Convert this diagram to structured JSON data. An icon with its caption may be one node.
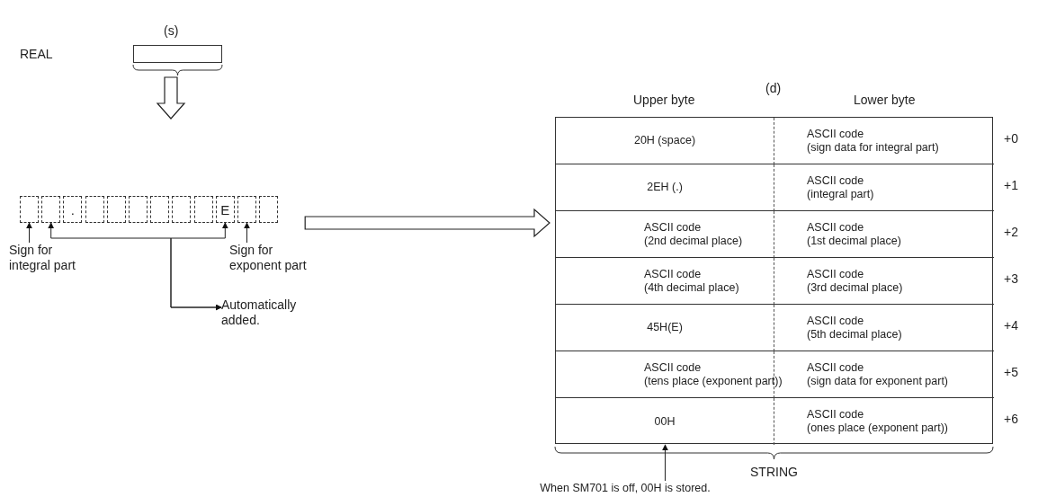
{
  "diagram": {
    "nodes": [
      {
        "text": [],
        "shape": "box"
      },
      {
        "text": [],
        "shape": "box"
      },
      {
        "text": [],
        "shape": "box"
      },
      {
        "text": [
          "."
        ]
      },
      {
        "text": [],
        "shape": "box"
      },
      {
        "text": [],
        "shape": "box"
      },
      {
        "text": [],
        "shape": "box"
      },
      {
        "text": [],
        "shape": "box"
      },
      {
        "text": [],
        "shape": "box"
      },
      {
        "text": [],
        "shape": "box"
      },
      {
        "text": [
          "E"
        ]
      },
      {
        "text": [],
        "shape": "box"
      },
      {
        "text": [],
        "shape": "box"
      },
      {
        "text": [
          "Sign for integral part"
        ]
      },
      {
        "text": [
          "Sign for exponent part"
        ]
      },
      {
        "text": [
          "Automatically added."
        ]
      },
      {
        "text": [],
        "shape": "box"
      },
      {
        "text": [
          "20H (space)"
        ],
        "in": 16
      },
      {
        "text": [
          "ASCII code (sign data for integral part)"
        ],
        "in": 16
      },
      {
        "text": [
          "2EH (.)"
        ],
        "in": 16
      },
      {
        "text": [
          "ASCII code (integral part)"
        ],
        "in": 16
      },
      {
        "text": [
          "ASCII code (2nd decimal place)"
        ],
        "in": 16
      },
      {
        "text": [
          "ASCII code (1st decimal place)"
        ],
        "in": 16
      },
      {
        "text": [
          "ASCII code (4th decimal place)"
        ],
        "in": 16
      },
      {
        "text": [
          "ASCII code (3rd decimal place)"
        ],
        "in": 16
      },
      {
        "text": [
          "45H(E)"
        ],
        "in": 16
      },
      {
        "text": [
          "ASCII code (5th decimal place)"
        ],
        "in": 16
      },
      {
        "text": [
          "ASCII code (tens place (exponent part))"
        ],
        "in": 16
      },
      {
        "text": [
          "ASCII code (sign data for exponent part)"
        ],
        "in": 16
      },
      {
        "text": [
          "00H"
        ],
        "in": 16
      },
      {
        "text": [
          "ASCII code (ones place (exponent part))"
        ],
        "in": 16
      },
      {
        "text": [
          "When SM701 is off, 00H is stored."
        ]
      }
    ],
    "edges": [
      {
        "from": 0,
        "to": null,
        "arrow": "to",
        "style": "thick"
      },
      {
        "from": 13,
        "to": 1,
        "arrow": "to"
      },
      {
        "from": 15,
        "to": 2,
        "arrow": "both"
      },
      {
        "from": 15,
        "to": 10,
        "arrow": "both"
      },
      {
        "from": 14,
        "to": 11,
        "arrow": "to"
      },
      {
        "from": 12,
        "to": 16,
        "arrow": "to",
        "style": "thick"
      },
      {
        "from": 31,
        "to": 29,
        "arrow": "to"
      }
    ],
    "labels": [
      "(s)",
      "REAL",
      "(d)",
      "Upper byte",
      "Lower byte",
      "+0",
      "+1",
      "+2",
      "+3",
      "+4",
      "+5",
      "+6",
      "STRING"
    ]
  }
}
